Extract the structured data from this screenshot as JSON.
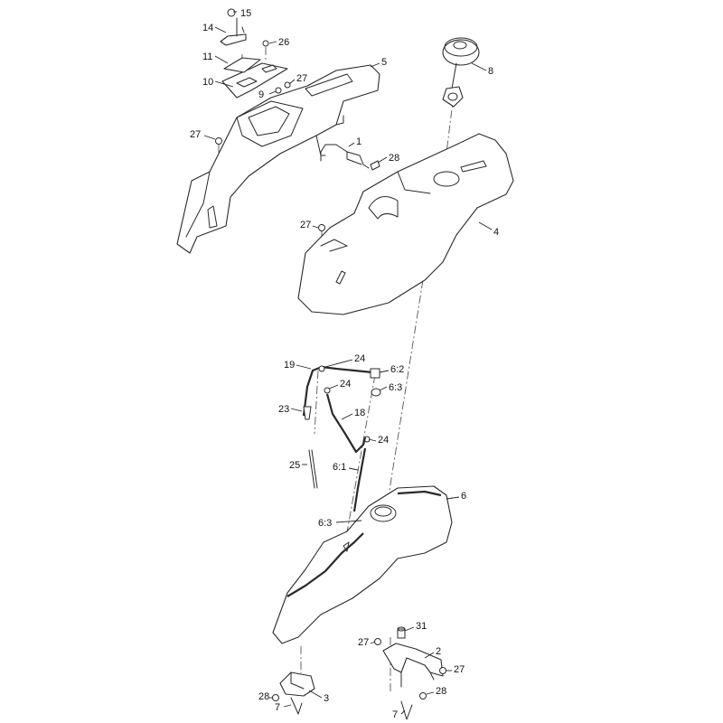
{
  "diagram": {
    "callouts": [
      {
        "id": "c15a",
        "text": "15"
      },
      {
        "id": "c14",
        "text": "14"
      },
      {
        "id": "c26",
        "text": "26"
      },
      {
        "id": "c11",
        "text": "11"
      },
      {
        "id": "c10",
        "text": "10"
      },
      {
        "id": "c27a",
        "text": "27"
      },
      {
        "id": "c9",
        "text": "9"
      },
      {
        "id": "c5",
        "text": "5"
      },
      {
        "id": "c8",
        "text": "8"
      },
      {
        "id": "c27b",
        "text": "27"
      },
      {
        "id": "c1",
        "text": "1"
      },
      {
        "id": "c28a",
        "text": "28"
      },
      {
        "id": "c27c",
        "text": "27"
      },
      {
        "id": "c4",
        "text": "4"
      },
      {
        "id": "c19",
        "text": "19"
      },
      {
        "id": "c24a",
        "text": "24"
      },
      {
        "id": "c62",
        "text": "6:2"
      },
      {
        "id": "c24b",
        "text": "24"
      },
      {
        "id": "c63a",
        "text": "6:3"
      },
      {
        "id": "c23",
        "text": "23"
      },
      {
        "id": "c18",
        "text": "18"
      },
      {
        "id": "c24c",
        "text": "24"
      },
      {
        "id": "c25",
        "text": "25"
      },
      {
        "id": "c61",
        "text": "6:1"
      },
      {
        "id": "c6",
        "text": "6"
      },
      {
        "id": "c63b",
        "text": "6:3"
      },
      {
        "id": "c31",
        "text": "31"
      },
      {
        "id": "c27d",
        "text": "27"
      },
      {
        "id": "c2",
        "text": "2"
      },
      {
        "id": "c27e",
        "text": "27"
      },
      {
        "id": "c28b",
        "text": "28"
      },
      {
        "id": "c3",
        "text": "3"
      },
      {
        "id": "c28c",
        "text": "28"
      },
      {
        "id": "c7a",
        "text": "7"
      },
      {
        "id": "c7b",
        "text": "7"
      }
    ]
  }
}
